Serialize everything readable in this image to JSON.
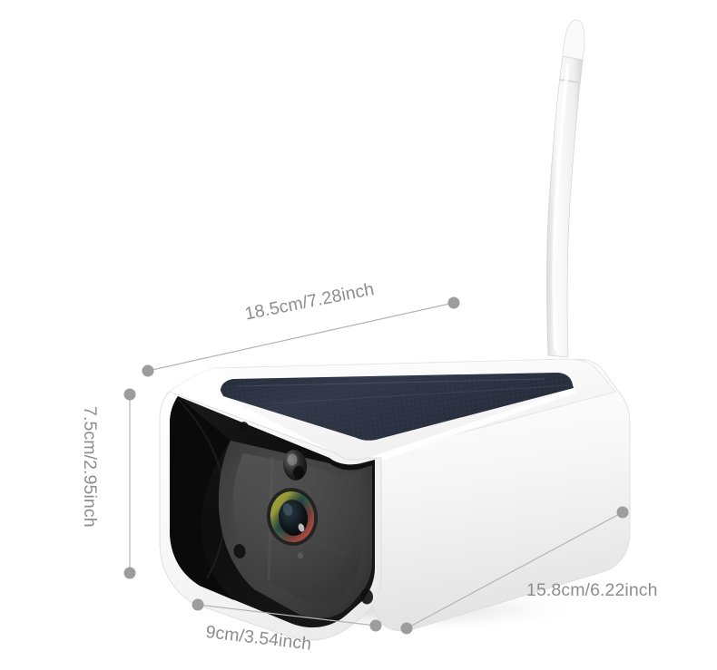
{
  "product": {
    "name": "solar-powered-outdoor-security-camera",
    "body_color": "#ffffff",
    "panel_color": "#2e3342",
    "face_color": "#3a3a3a",
    "hood_color": "#111111",
    "antenna_color": "#f2f2f2"
  },
  "dimensions": {
    "width": {
      "label": "18.5cm/7.28inch",
      "cm": 18.5,
      "inch": 7.28,
      "axis": "width"
    },
    "height": {
      "label": "7.5cm/2.95inch",
      "cm": 7.5,
      "inch": 2.95,
      "axis": "height"
    },
    "depth_front": {
      "label": "9cm/3.54inch",
      "cm": 9,
      "inch": 3.54,
      "axis": "front-face-width"
    },
    "depth_side": {
      "label": "15.8cm/6.22inch",
      "cm": 15.8,
      "inch": 6.22,
      "axis": "depth"
    }
  },
  "annotation": {
    "line_color": "#b4b4b4",
    "dot_color": "#9d9d9d",
    "text_color": "#8d8d8d",
    "dot_radius": 6.5
  },
  "parts": {
    "solar_panel": "solar-panel",
    "antenna": "antenna",
    "lens": "camera-lens",
    "sensor": "light-sensor",
    "screws": "housing-screw",
    "hood": "sun-shield-hood",
    "body": "camera-body"
  }
}
